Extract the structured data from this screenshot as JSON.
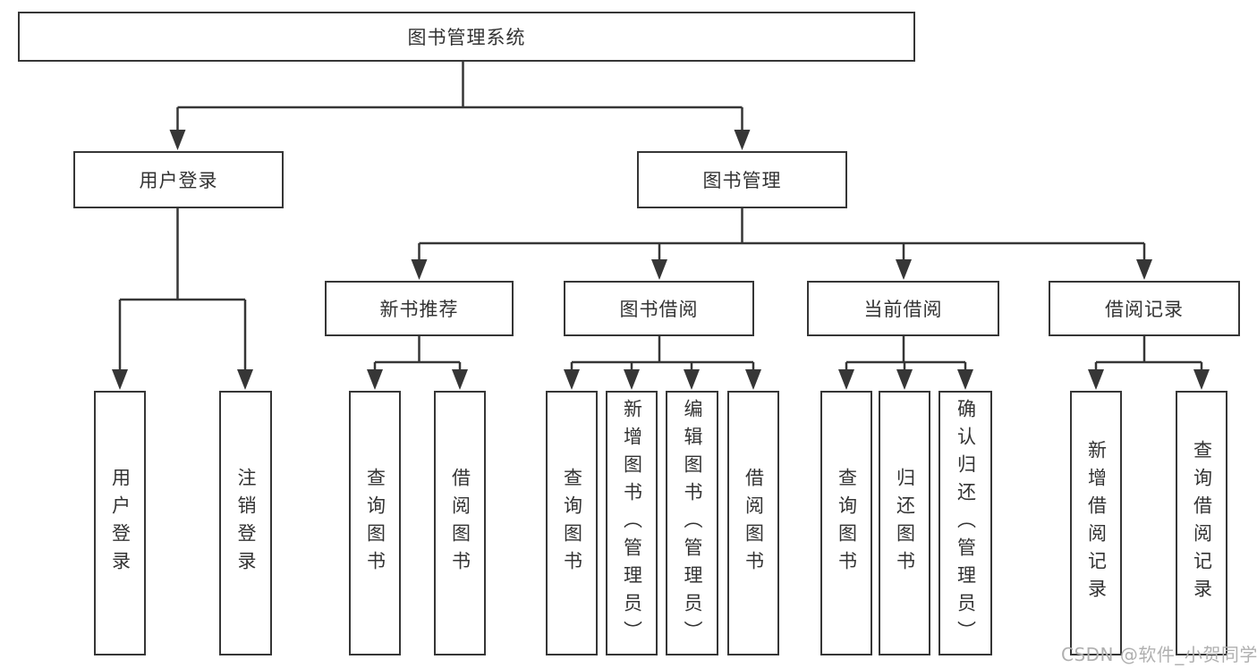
{
  "diagram": {
    "root": {
      "label": "图书管理系统"
    },
    "level2": {
      "user_login": {
        "label": "用户登录"
      },
      "book_mgmt": {
        "label": "图书管理"
      }
    },
    "level3": {
      "new_books": {
        "label": "新书推荐"
      },
      "book_borrow": {
        "label": "图书借阅"
      },
      "current_borrow": {
        "label": "当前借阅"
      },
      "borrow_records": {
        "label": "借阅记录"
      }
    },
    "leaves": {
      "user_login": {
        "label": "用户登录"
      },
      "logout": {
        "label": "注销登录"
      },
      "nb_query": {
        "label": "查询图书"
      },
      "nb_borrow": {
        "label": "借阅图书"
      },
      "bb_query": {
        "label": "查询图书"
      },
      "bb_add": {
        "label": "新增图书（管理员）"
      },
      "bb_edit": {
        "label": "编辑图书（管理员）"
      },
      "bb_borrow": {
        "label": "借阅图书"
      },
      "cb_query": {
        "label": "查询图书"
      },
      "cb_return": {
        "label": "归还图书"
      },
      "cb_confirm": {
        "label": "确认归还（管理员）"
      },
      "rec_add": {
        "label": "新增借阅记录"
      },
      "rec_query": {
        "label": "查询借阅记录"
      }
    }
  },
  "watermark": {
    "text": "CSDN @软件_小贺同学"
  },
  "colors": {
    "line": "#363636",
    "text": "#333333",
    "watermark": "#b0b0b0",
    "background": "#ffffff"
  }
}
